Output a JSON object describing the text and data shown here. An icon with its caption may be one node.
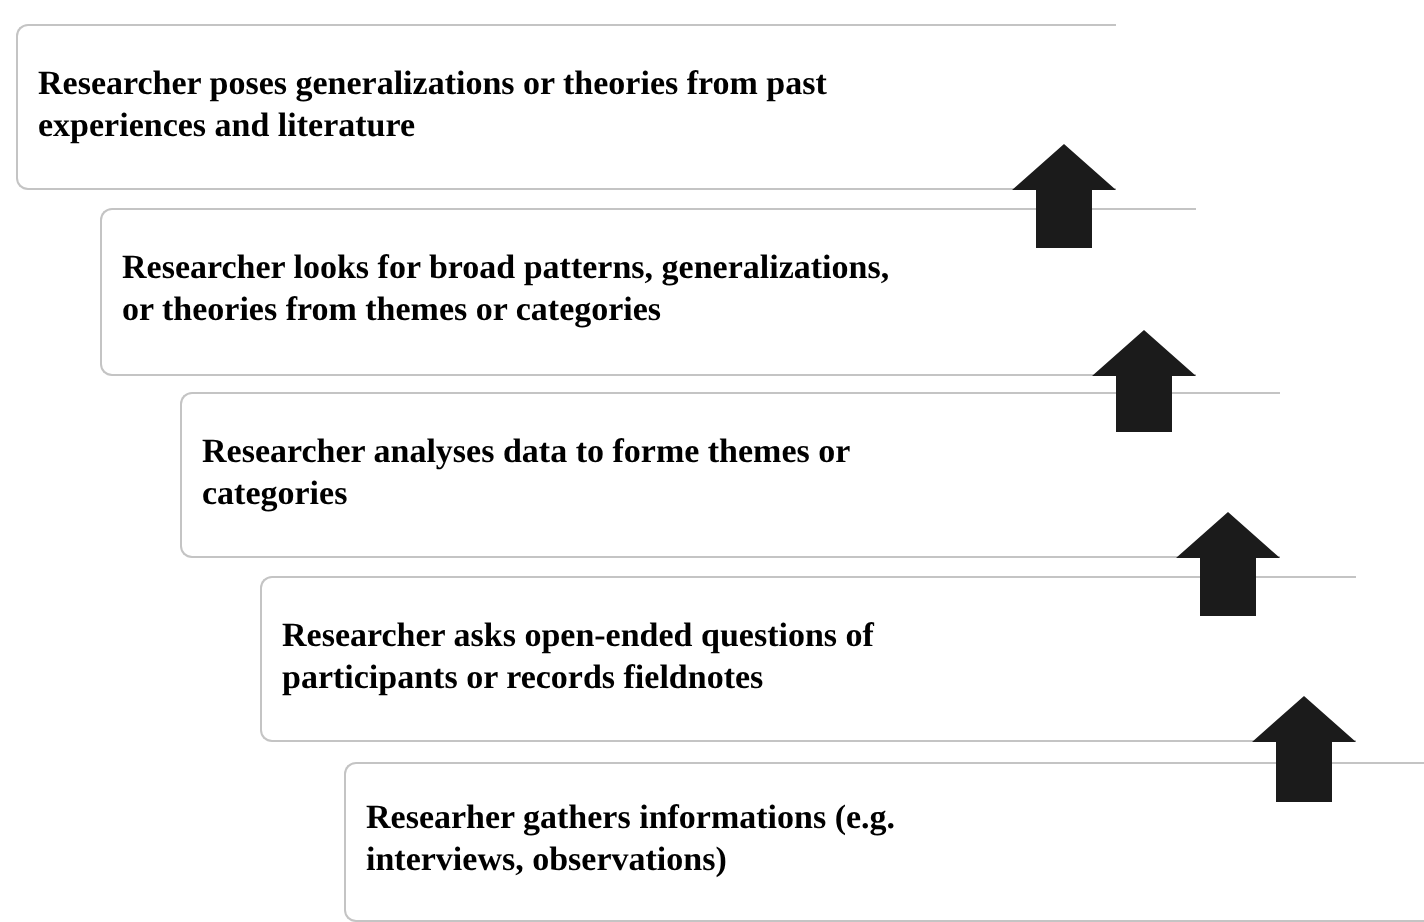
{
  "diagram": {
    "nodes": [
      {
        "text": [
          "Researcher poses generalizations or theories from past experiences and literature"
        ]
      },
      {
        "text": [
          "Researcher looks for broad patterns, generalizations, or theories from themes or categories"
        ]
      },
      {
        "text": [
          "Researcher analyses data to forme themes or categories"
        ]
      },
      {
        "text": [
          "Researcher asks open-ended questions of participants or records fieldnotes"
        ]
      },
      {
        "text": [
          "Researher gathers informations (e.g. interviews, observations)"
        ]
      }
    ],
    "edges": [
      {
        "from": 1,
        "to": 0,
        "arrow": "to"
      },
      {
        "from": 2,
        "to": 1,
        "arrow": "to"
      },
      {
        "from": 3,
        "to": 2,
        "arrow": "to"
      },
      {
        "from": 4,
        "to": 3,
        "arrow": "to"
      }
    ]
  }
}
